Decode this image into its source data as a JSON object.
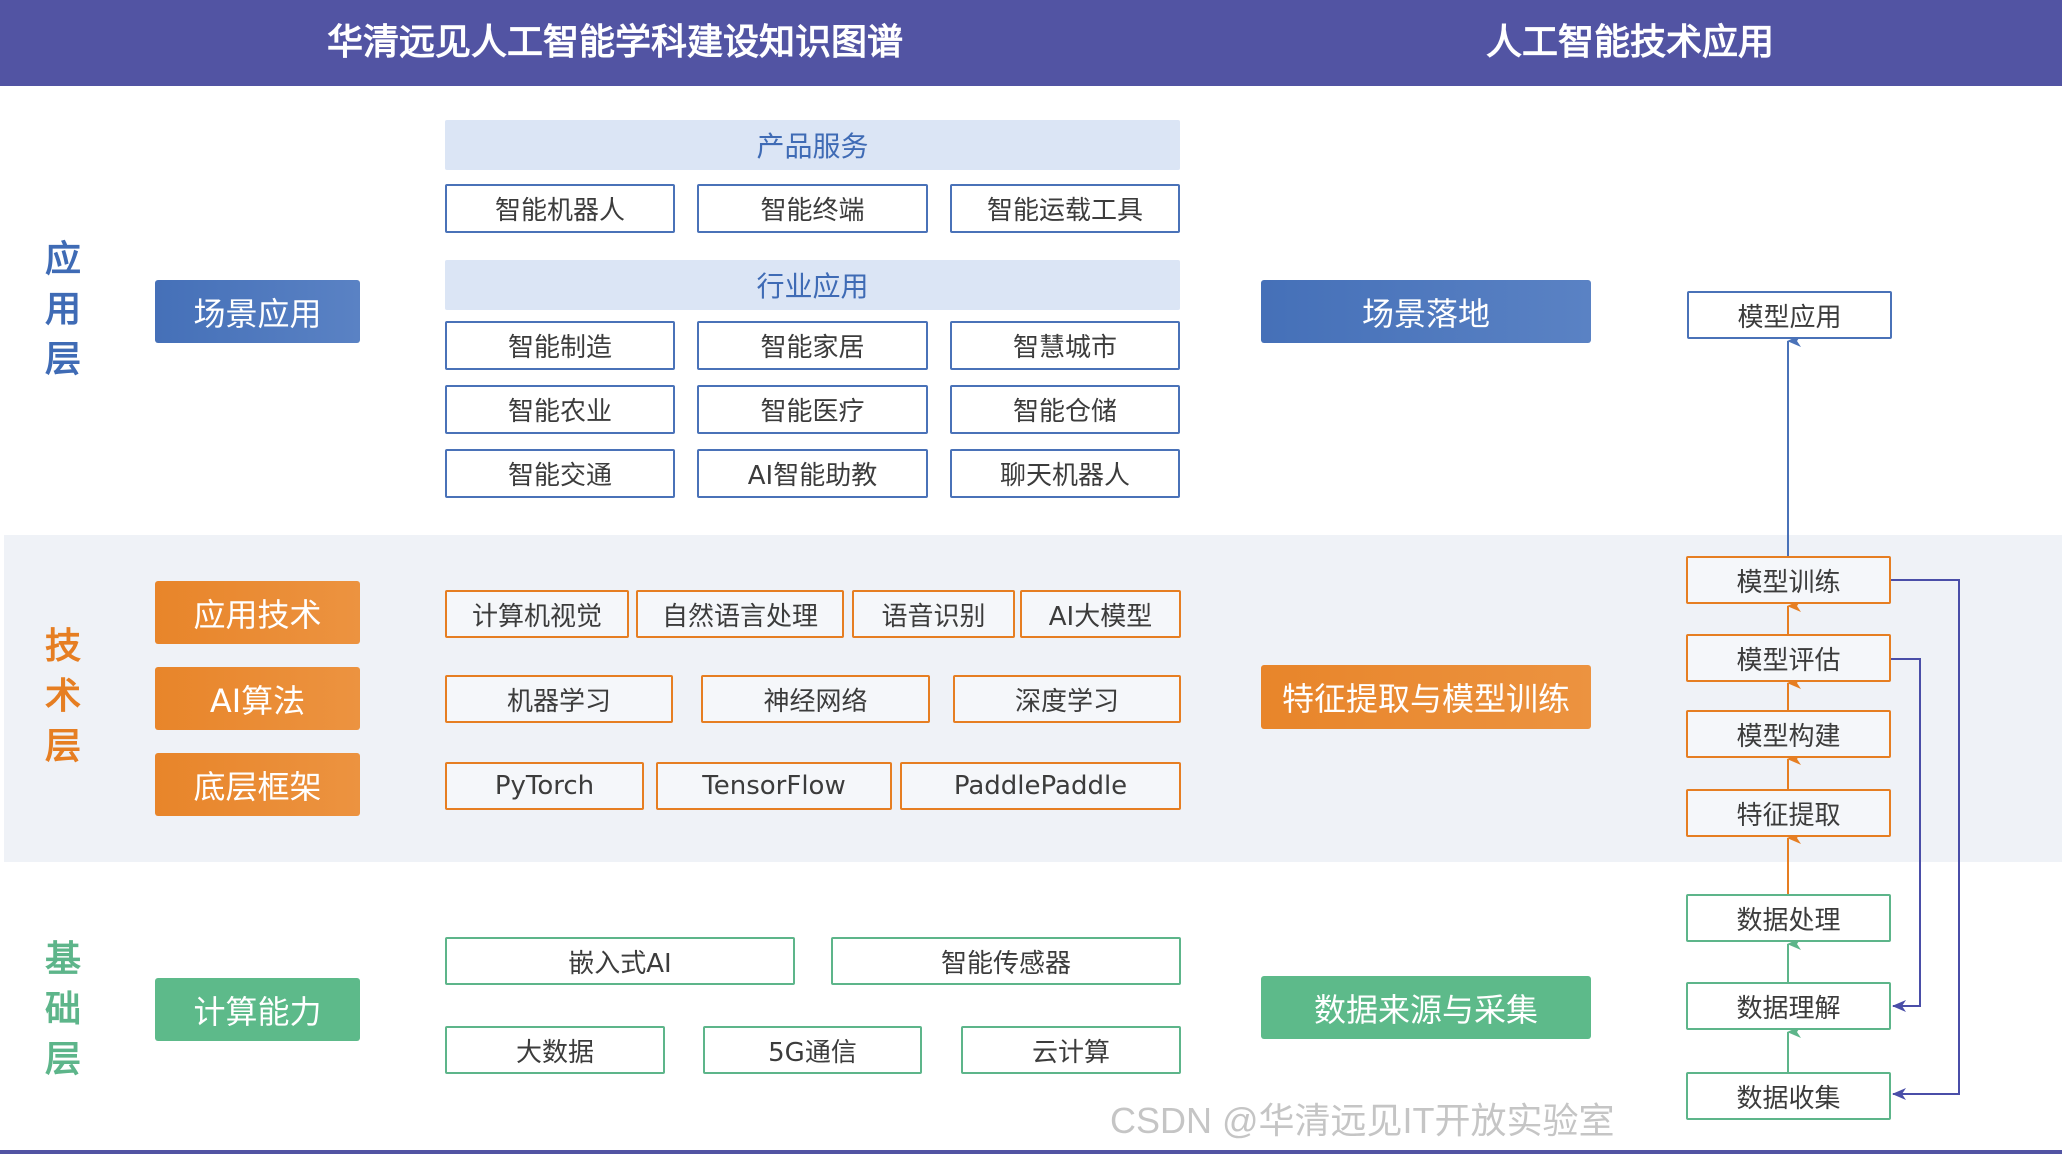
{
  "header": {
    "left_title": "华清远见人工智能学科建设知识图谱",
    "right_title": "人工智能技术应用"
  },
  "layers": [
    {
      "label": [
        "应",
        "用",
        "层"
      ],
      "color": "#3f6bb5"
    },
    {
      "label": [
        "技",
        "术",
        "层"
      ],
      "color": "#e67e22"
    },
    {
      "label": [
        "基",
        "础",
        "层"
      ],
      "color": "#5db58a"
    }
  ],
  "application": {
    "category": "场景应用",
    "product_header": "产品服务",
    "products": [
      "智能机器人",
      "智能终端",
      "智能运载工具"
    ],
    "industry_header": "行业应用",
    "industries": [
      [
        "智能制造",
        "智能家居",
        "智慧城市"
      ],
      [
        "智能农业",
        "智能医疗",
        "智能仓储"
      ],
      [
        "智能交通",
        "AI智能助教",
        "聊天机器人"
      ]
    ]
  },
  "technology": {
    "categories": [
      "应用技术",
      "AI算法",
      "底层框架"
    ],
    "applied_tech": [
      "计算机视觉",
      "自然语言处理",
      "语音识别",
      "AI大模型"
    ],
    "algorithms": [
      "机器学习",
      "神经网络",
      "深度学习"
    ],
    "frameworks": [
      "PyTorch",
      "TensorFlow",
      "PaddlePaddle"
    ]
  },
  "foundation": {
    "category": "计算能力",
    "row1": [
      "嵌入式AI",
      "智能传感器"
    ],
    "row2": [
      "大数据",
      "5G通信",
      "云计算"
    ]
  },
  "pipeline": {
    "stages": [
      "场景落地",
      "特征提取与模型训练",
      "数据来源与采集"
    ],
    "steps": [
      "模型应用",
      "模型训练",
      "模型评估",
      "模型构建",
      "特征提取",
      "数据处理",
      "数据理解",
      "数据收集"
    ]
  },
  "colors": {
    "header": "#5254a3",
    "blue": "#4a72b8",
    "orange": "#e67e22",
    "green": "#5db58a",
    "feedback": "#4a4ea8"
  },
  "watermark": "CSDN @华清远见IT开放实验室"
}
